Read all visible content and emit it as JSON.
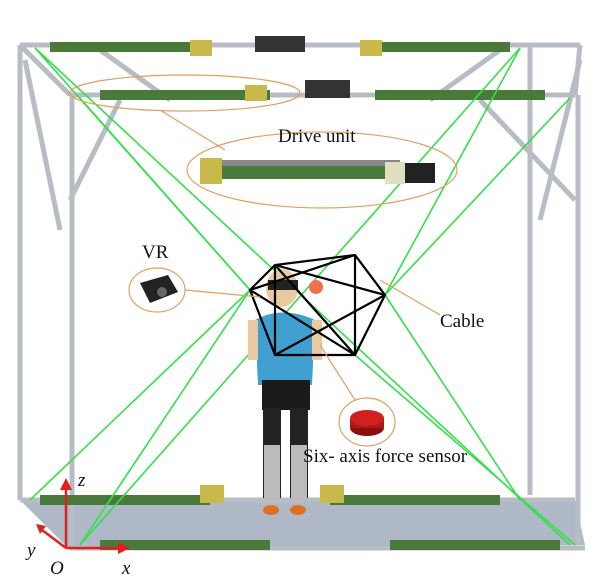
{
  "labels": {
    "drive_unit": "Drive unit",
    "vr": "VR",
    "cable": "Cable",
    "force_sensor": "Six- axis force sensor"
  },
  "axes": {
    "z": "z",
    "y": "y",
    "origin": "O",
    "x": "x"
  },
  "colors": {
    "cable": "#33e04a",
    "frame": "#b8bcc4",
    "callout": "#e0a060",
    "axis": "#e02020",
    "floor": "#9aa6b8"
  }
}
